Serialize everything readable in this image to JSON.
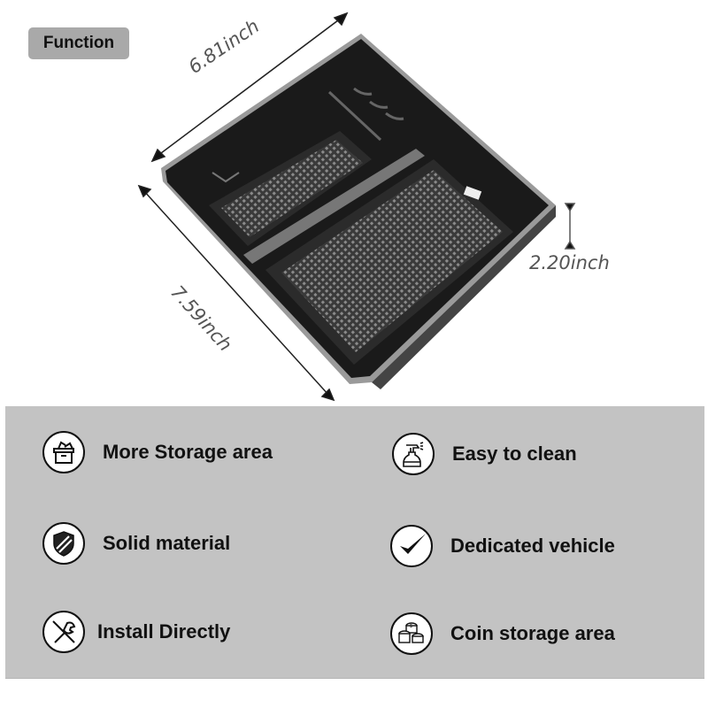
{
  "header": {
    "badge_label": "Function"
  },
  "dimensions": {
    "width": "6.81inch",
    "length": "7.59inch",
    "height": "2.20inch"
  },
  "product": {
    "description": "Black center console organizer tray with non-slip textured mats and coin slots"
  },
  "features": [
    {
      "label": "More Storage area",
      "icon": "storage-box-icon"
    },
    {
      "label": "Easy to clean",
      "icon": "spray-bottle-icon"
    },
    {
      "label": "Solid material",
      "icon": "shield-icon"
    },
    {
      "label": "Dedicated vehicle",
      "icon": "checkmark-icon"
    },
    {
      "label": "Install Directly",
      "icon": "wrench-screwdriver-icon"
    },
    {
      "label": "Coin storage area",
      "icon": "coins-icon"
    }
  ],
  "colors": {
    "panel_bg": "#c3c3c3",
    "badge_bg": "#a9a9a9",
    "text": "#111111",
    "dimension_text": "#555555"
  }
}
